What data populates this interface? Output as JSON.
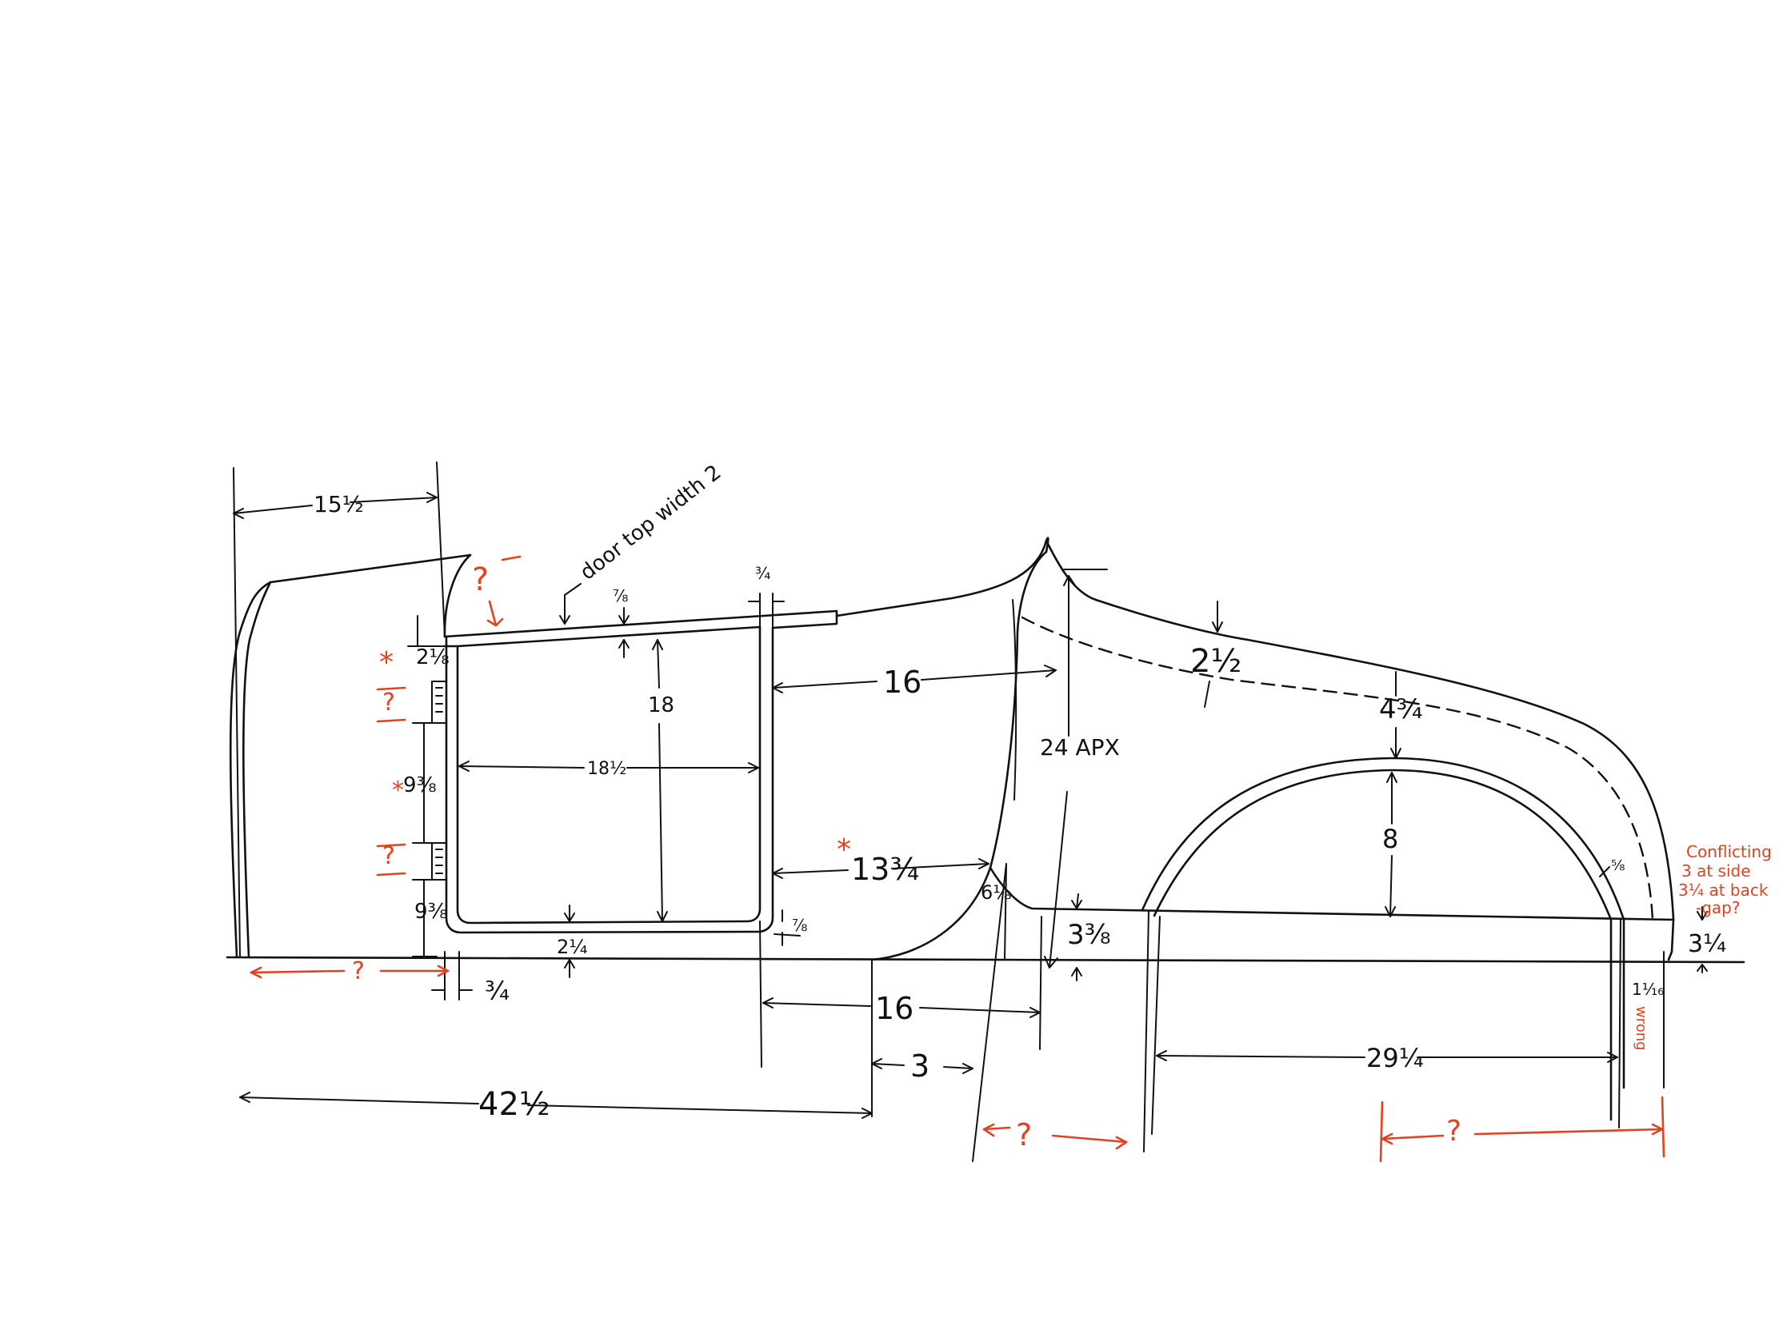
{
  "colors": {
    "ink": "#111111",
    "annotation": "#e0431f",
    "paper": "#ffffff"
  },
  "note": {
    "door_top_width": "door top width 2"
  },
  "dims": {
    "cowl_width": "15½",
    "door_top_gap": "2⅛",
    "hinge_spacing": "9⅜",
    "door_bottom_gap": "9⅜",
    "door_inset_bottom": "¾",
    "door_top_rail": "⅞",
    "door_top_right": "¾",
    "door_height": "18",
    "door_width": "18½",
    "door_bottom_gap_inner": "2¼",
    "door_bottom_right": "⅞",
    "door_to_seat_top": "16",
    "door_to_seat_mid": "13¾",
    "seat_to_body_bottom": "16",
    "seat_offset": "3",
    "overall_length": "42½",
    "body_height": "24 APX",
    "rear_post_height": "6⅛",
    "rear_step": "3⅜",
    "deck_lip": "2½",
    "deck_to_wheel": "4¾",
    "wheel_arch_height": "8",
    "wheel_arch_width": "29¼",
    "wheel_lip": "⅝",
    "rear_tail_height": "3¼",
    "rear_tail_gap": "1⅟₁₆"
  },
  "annotations": {
    "question": "?",
    "asterisk": "*",
    "conflicting": "Conflicting 3 at side 3¼ at back -gap?",
    "wrong": "wrong"
  }
}
